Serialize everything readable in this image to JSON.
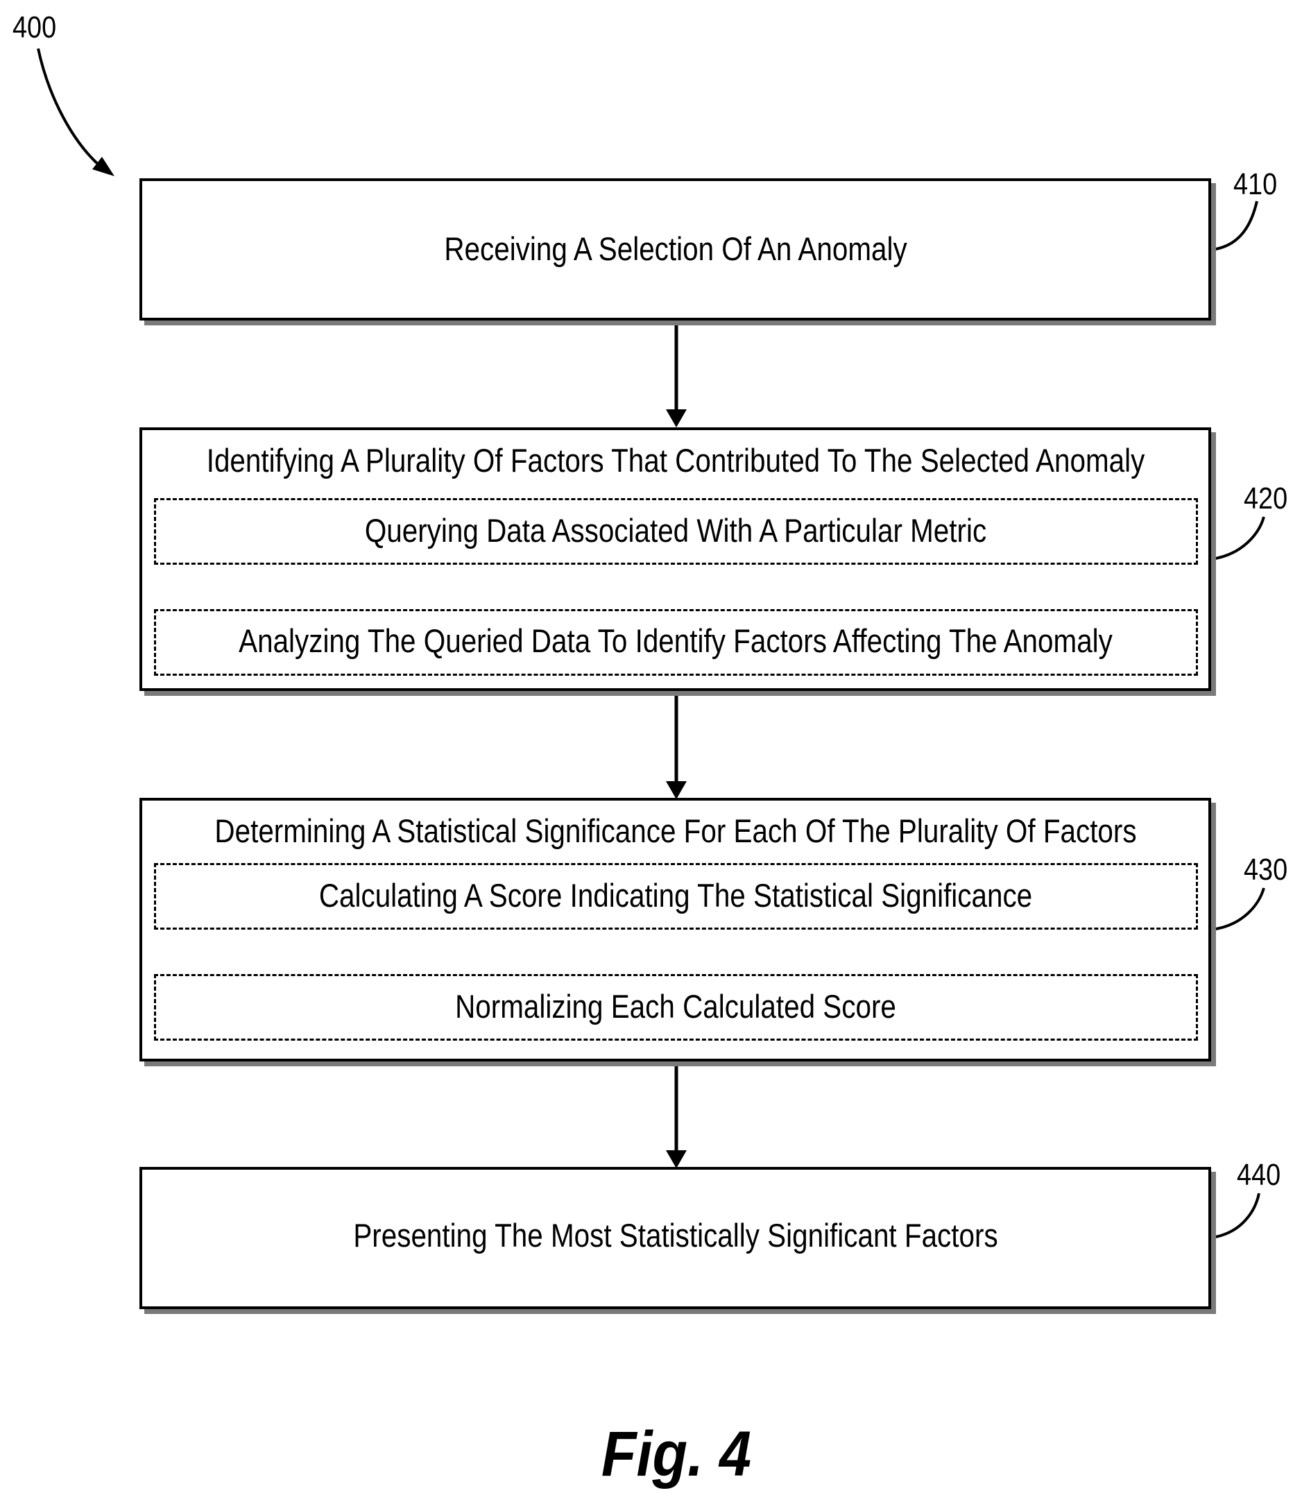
{
  "diagram": {
    "ref_main": "400",
    "steps": [
      {
        "ref": "410",
        "title": "Receiving A Selection Of An Anomaly",
        "substeps": []
      },
      {
        "ref": "420",
        "title": "Identifying A Plurality Of Factors That Contributed To The Selected Anomaly",
        "substeps": [
          "Querying Data Associated With A Particular Metric",
          "Analyzing The Queried Data To Identify Factors Affecting The Anomaly"
        ]
      },
      {
        "ref": "430",
        "title": "Determining A Statistical Significance For Each Of The Plurality Of Factors",
        "substeps": [
          "Calculating A Score Indicating The Statistical Significance",
          "Normalizing Each Calculated Score"
        ]
      },
      {
        "ref": "440",
        "title": "Presenting The Most Statistically Significant Factors",
        "substeps": []
      }
    ],
    "figure_label": "Fig. 4"
  }
}
